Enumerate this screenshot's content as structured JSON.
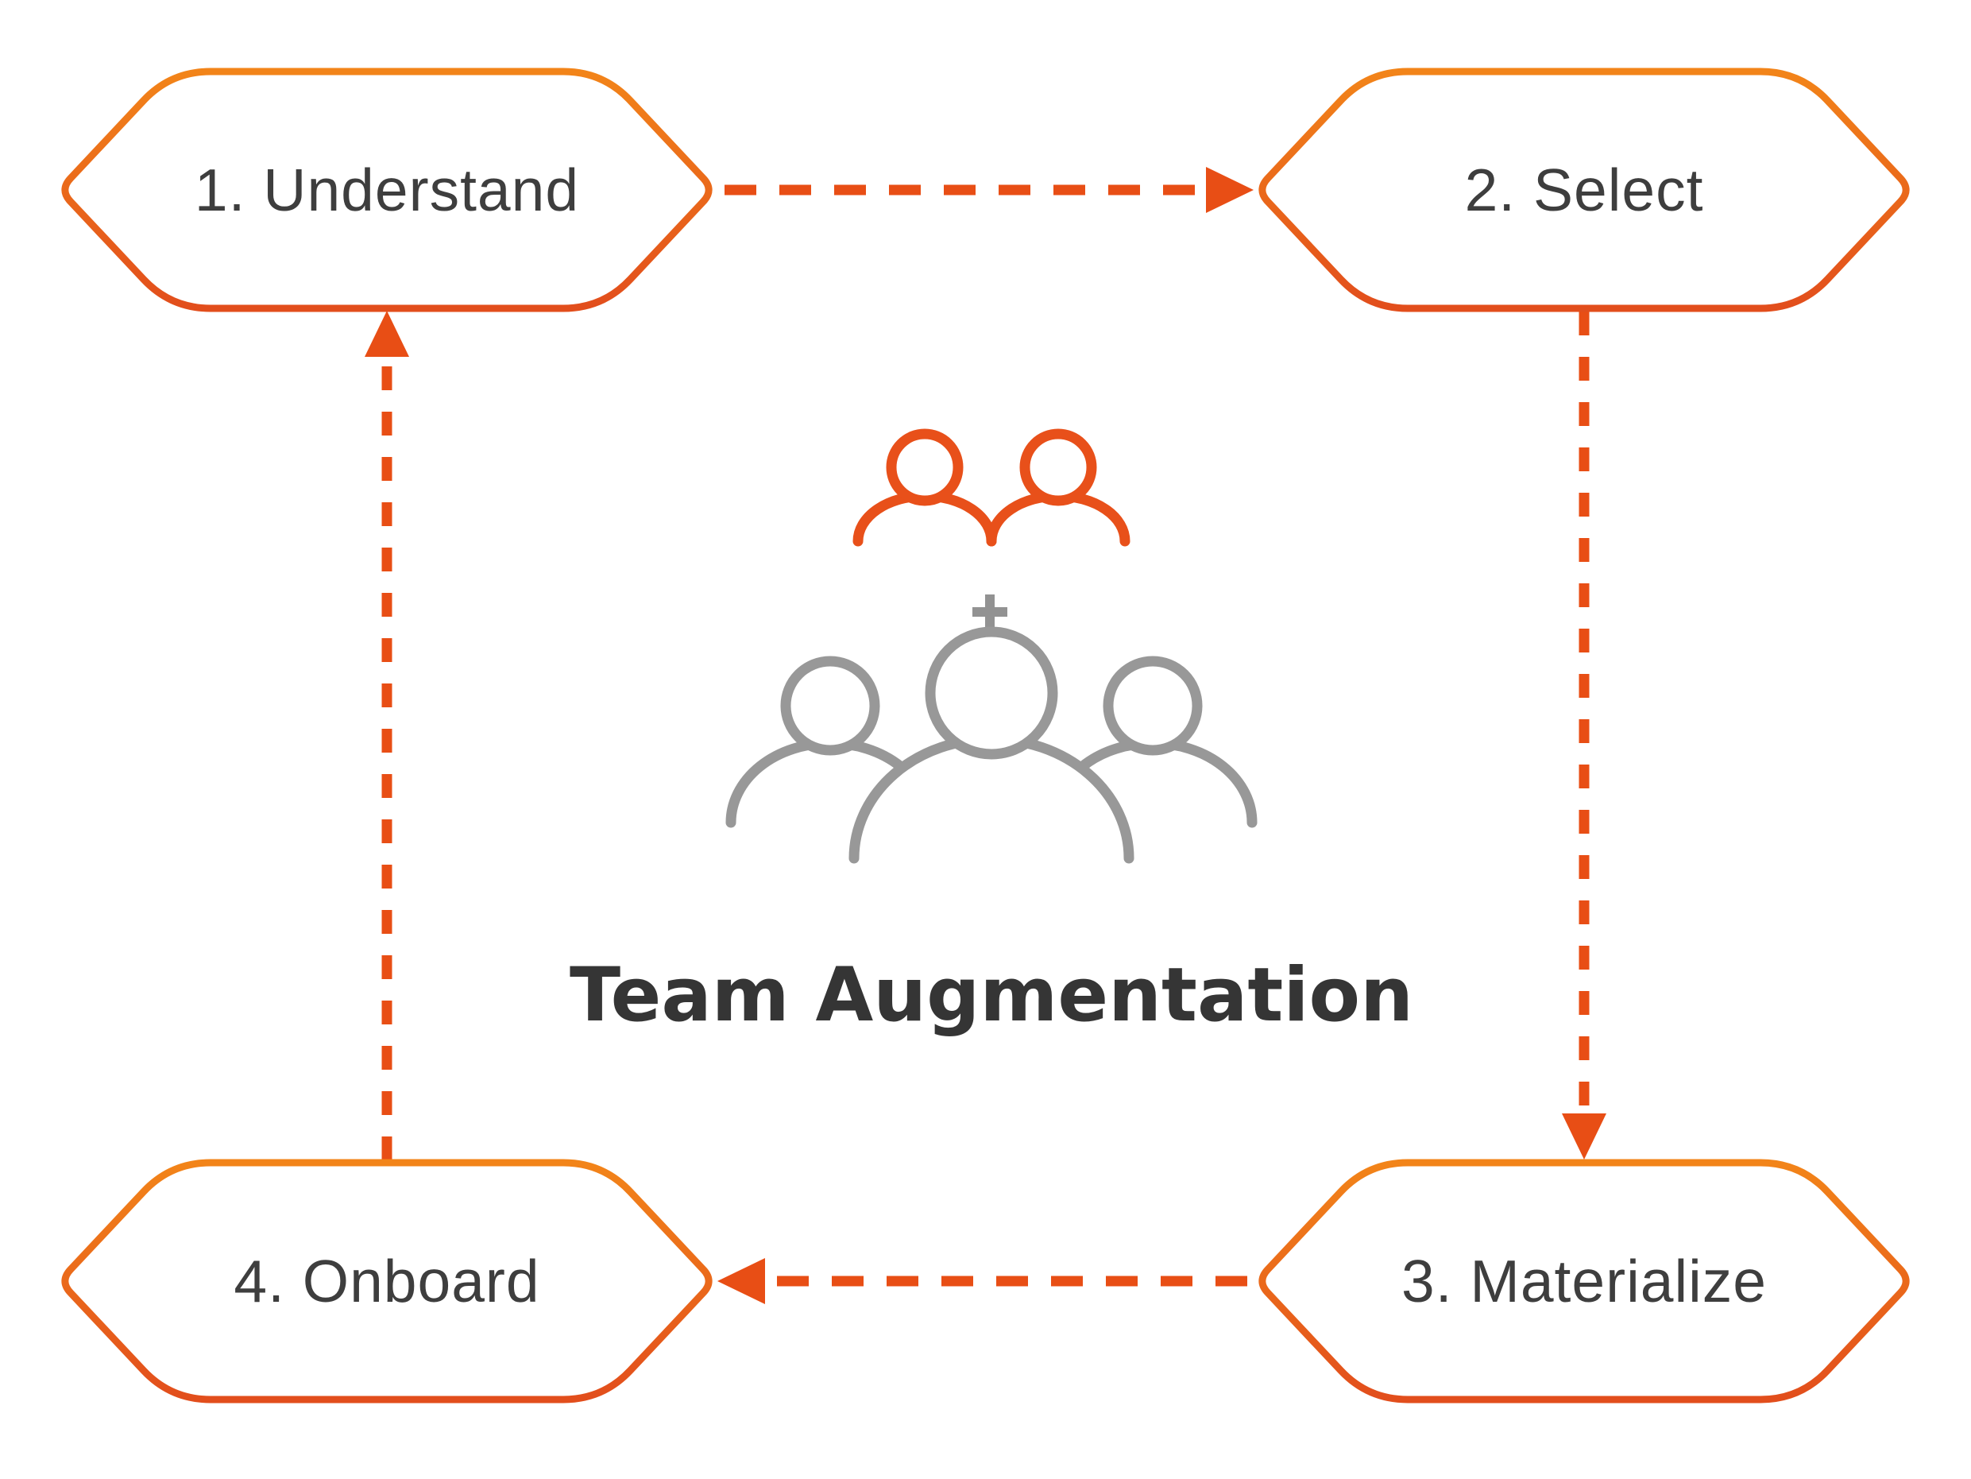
{
  "diagram": {
    "title": "Team Augmentation",
    "steps": [
      {
        "label": "1. Understand",
        "position": "top-left"
      },
      {
        "label": "2. Select",
        "position": "top-right"
      },
      {
        "label": "3. Materialize",
        "position": "bottom-right"
      },
      {
        "label": "4. Onboard",
        "position": "bottom-left"
      }
    ],
    "arrows": [
      {
        "from": "1. Understand",
        "to": "2. Select",
        "style": "dashed",
        "direction": "right"
      },
      {
        "from": "2. Select",
        "to": "3. Materialize",
        "style": "dashed",
        "direction": "down"
      },
      {
        "from": "3. Materialize",
        "to": "4. Onboard",
        "style": "dashed",
        "direction": "left"
      },
      {
        "from": "4. Onboard",
        "to": "1. Understand",
        "style": "dashed",
        "direction": "up"
      }
    ],
    "center_icon": {
      "top_group": "two-people-outline-icon",
      "operator": "plus-icon",
      "bottom_group": "three-people-outline-icon"
    },
    "colors": {
      "hexagon_border_top": "#F28419",
      "hexagon_border_bottom": "#E24E1C",
      "arrow": "#E84E15",
      "people_orange": "#E8501A",
      "people_gray": "#989898",
      "plus_gray": "#929292",
      "title_text": "#353535",
      "step_text": "#3E3E3E",
      "background": "#FFFFFF"
    }
  }
}
